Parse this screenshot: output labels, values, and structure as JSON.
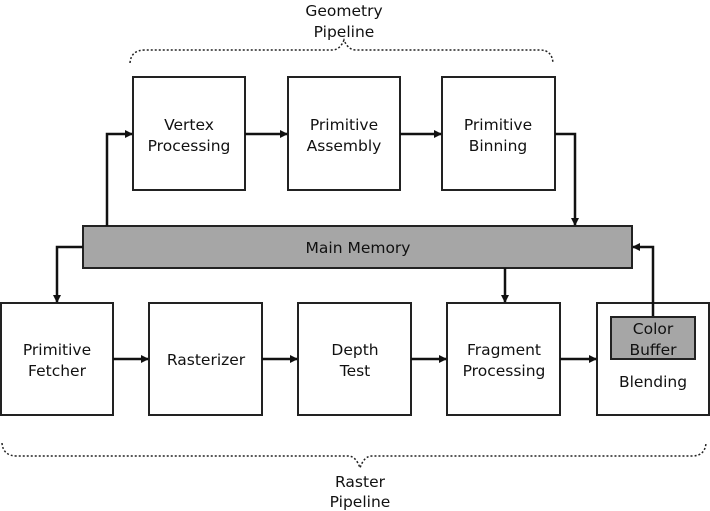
{
  "diagram": {
    "geometry_pipeline": {
      "line1": "Geometry",
      "line2": "Pipeline"
    },
    "raster_pipeline": {
      "line1": "Raster",
      "line2": "Pipeline"
    },
    "main_memory": "Main Memory",
    "stages": {
      "vertex_processing": [
        "Vertex",
        "Processing"
      ],
      "primitive_assembly": [
        "Primitive",
        "Assembly"
      ],
      "primitive_binning": [
        "Primitive",
        "Binning"
      ],
      "primitive_fetcher": [
        "Primitive",
        "Fetcher"
      ],
      "rasterizer": [
        "Rasterizer"
      ],
      "depth_test": [
        "Depth",
        "Test"
      ],
      "fragment_processing": [
        "Fragment",
        "Processing"
      ],
      "blending": [
        "Blending"
      ],
      "color_buffer": [
        "Color",
        "Buffer"
      ]
    },
    "colors": {
      "memory_fill": "#a6a6a6",
      "stroke": "#222222"
    }
  }
}
